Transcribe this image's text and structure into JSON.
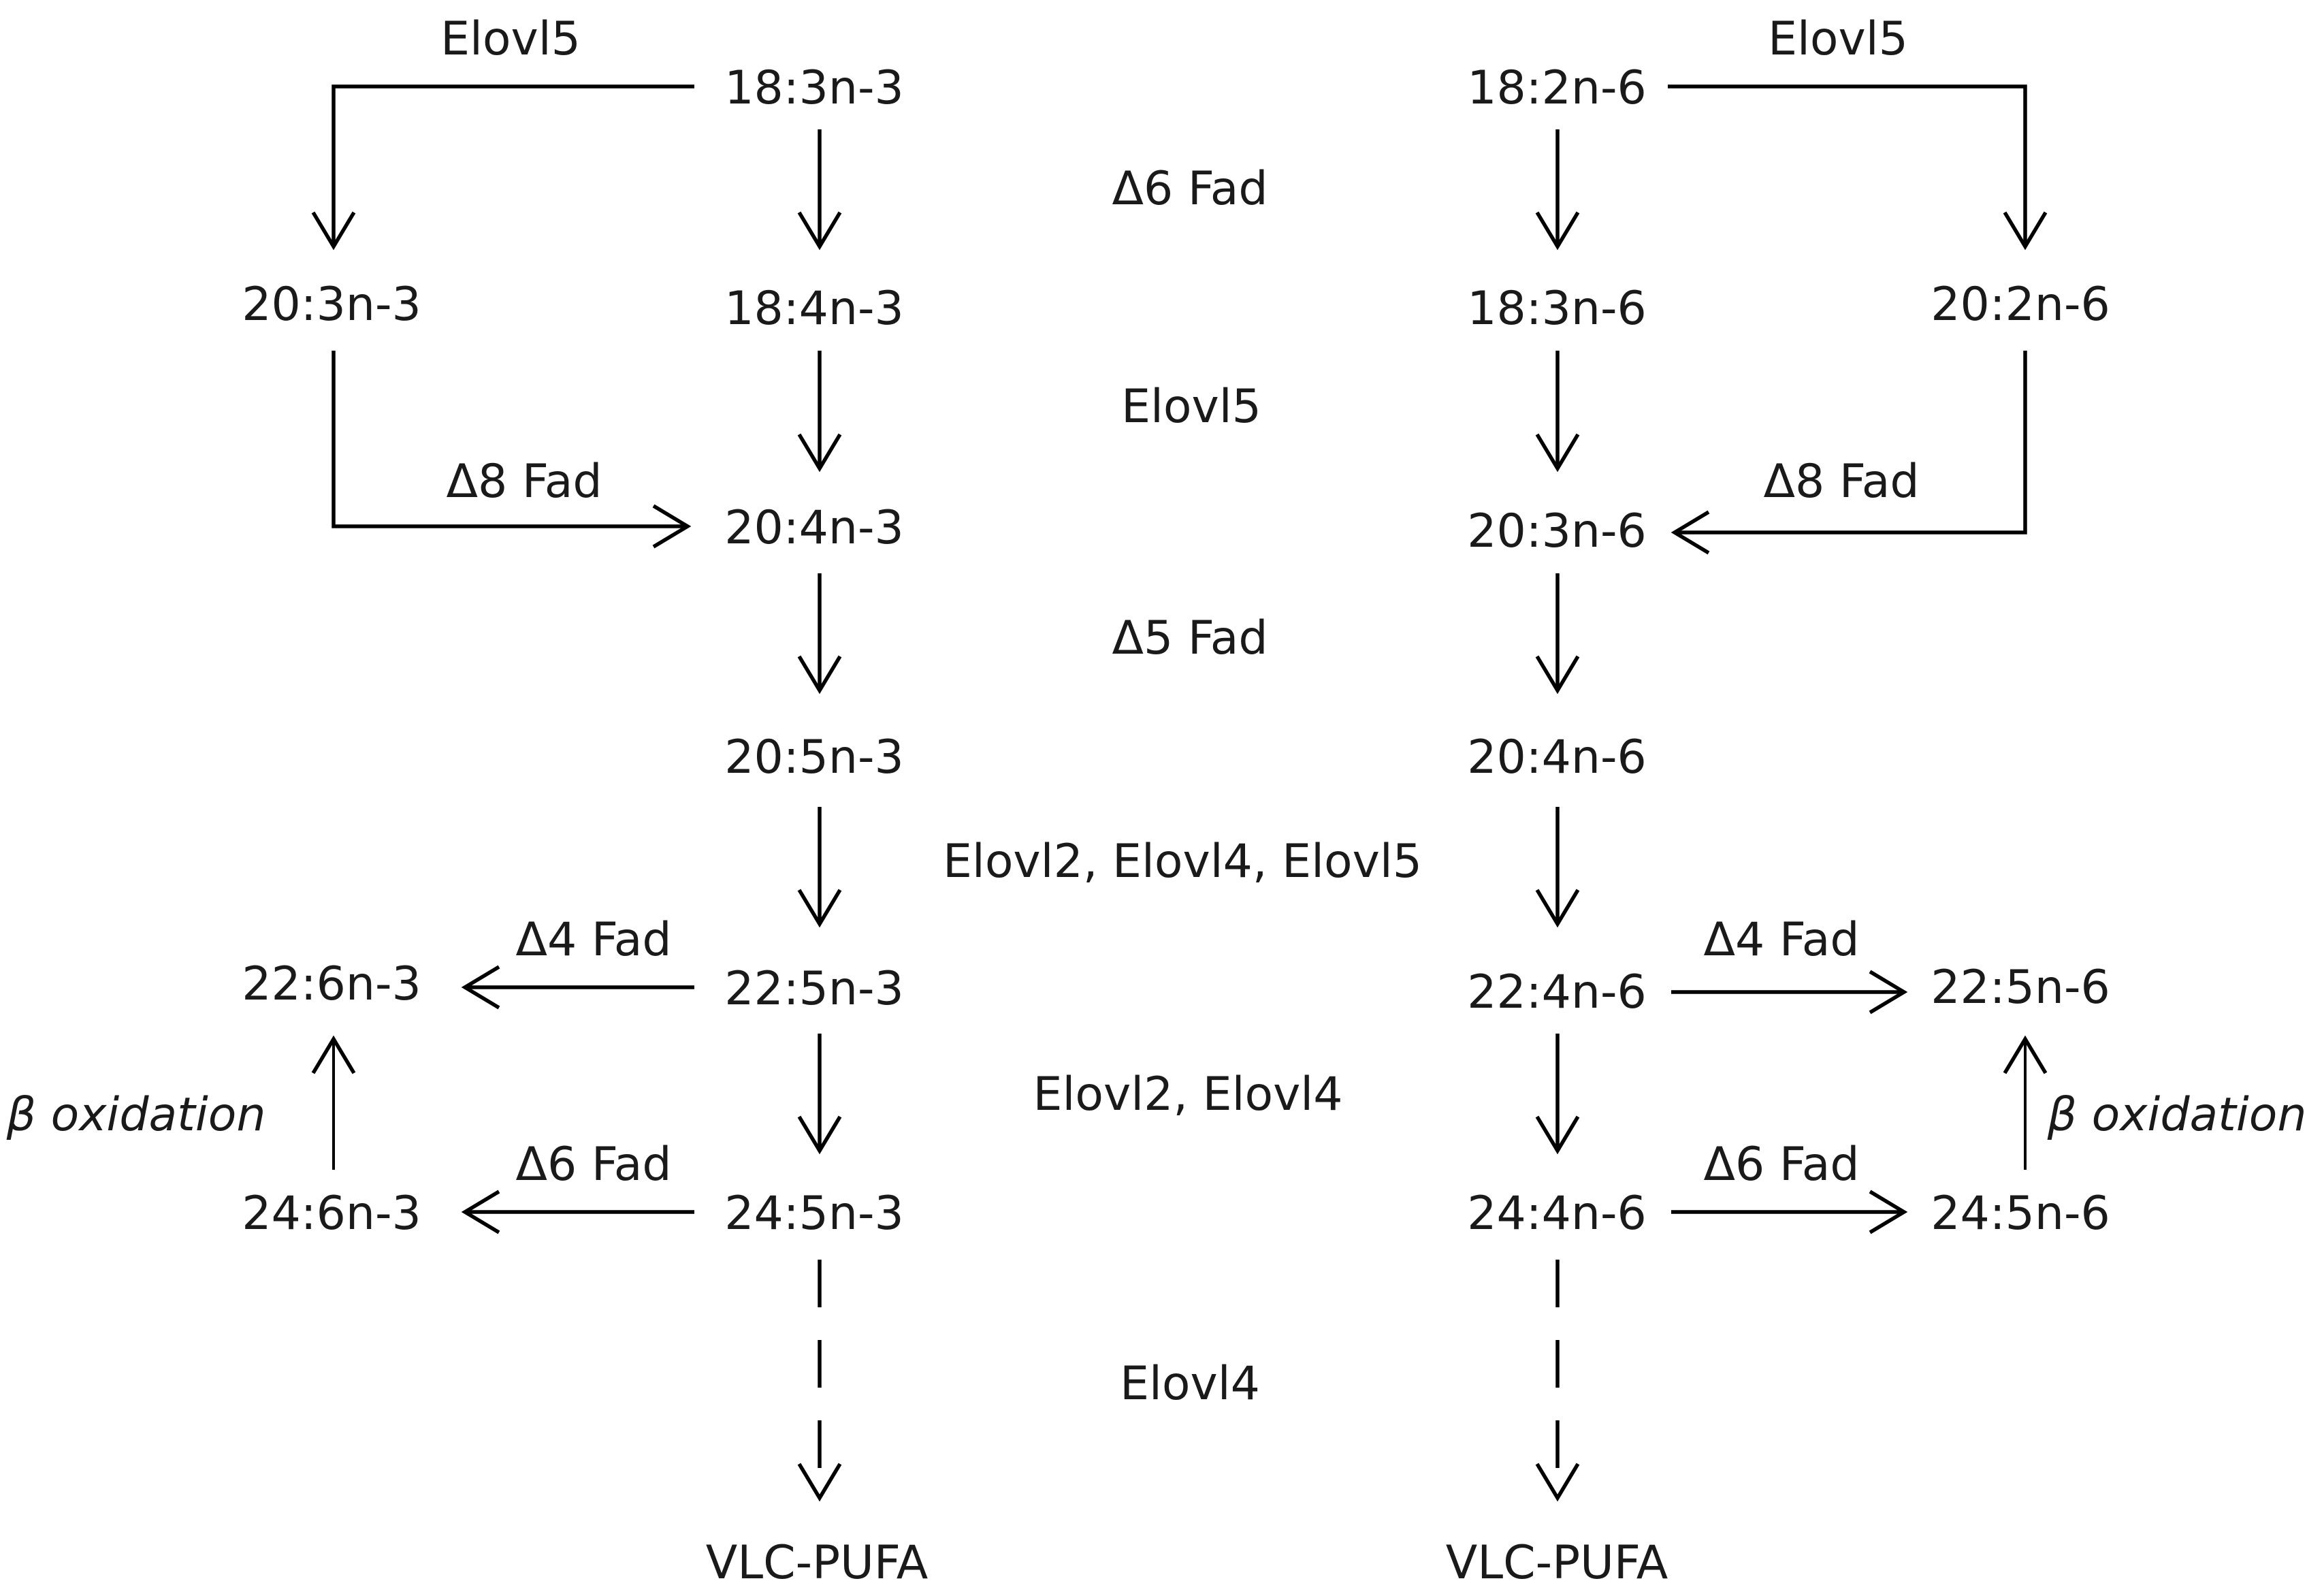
{
  "colors": {
    "line": "#000000",
    "text": "#1a1a1a",
    "background": "#ffffff"
  },
  "n3": {
    "c18_3": "18:3n-3",
    "c18_4": "18:4n-3",
    "c20_3": "20:3n-3",
    "c20_4": "20:4n-3",
    "c20_5": "20:5n-3",
    "c22_5": "22:5n-3",
    "c22_6": "22:6n-3",
    "c24_5": "24:5n-3",
    "c24_6": "24:6n-3",
    "vlc": "VLC-PUFA",
    "elovl5_top": "Elovl5",
    "d8": "Δ8 Fad",
    "d4": "Δ4 Fad",
    "d6": "Δ6 Fad",
    "beta": "β oxidation"
  },
  "n6": {
    "c18_2": "18:2n-6",
    "c18_3": "18:3n-6",
    "c20_2": "20:2n-6",
    "c20_3": "20:3n-6",
    "c20_4": "20:4n-6",
    "c22_4": "22:4n-6",
    "c22_5": "22:5n-6",
    "c24_4": "24:4n-6",
    "c24_5": "24:5n-6",
    "vlc": "VLC-PUFA",
    "elovl5_top": "Elovl5",
    "d8": "Δ8 Fad",
    "d4": "Δ4 Fad",
    "d6": "Δ6 Fad",
    "beta": "β oxidation"
  },
  "center": {
    "d6": "Δ6 Fad",
    "elovl5": "Elovl5",
    "d5": "Δ5 Fad",
    "elovl245": "Elovl2, Elovl4, Elovl5",
    "elovl24": "Elovl2, Elovl4",
    "elovl4": "Elovl4"
  }
}
